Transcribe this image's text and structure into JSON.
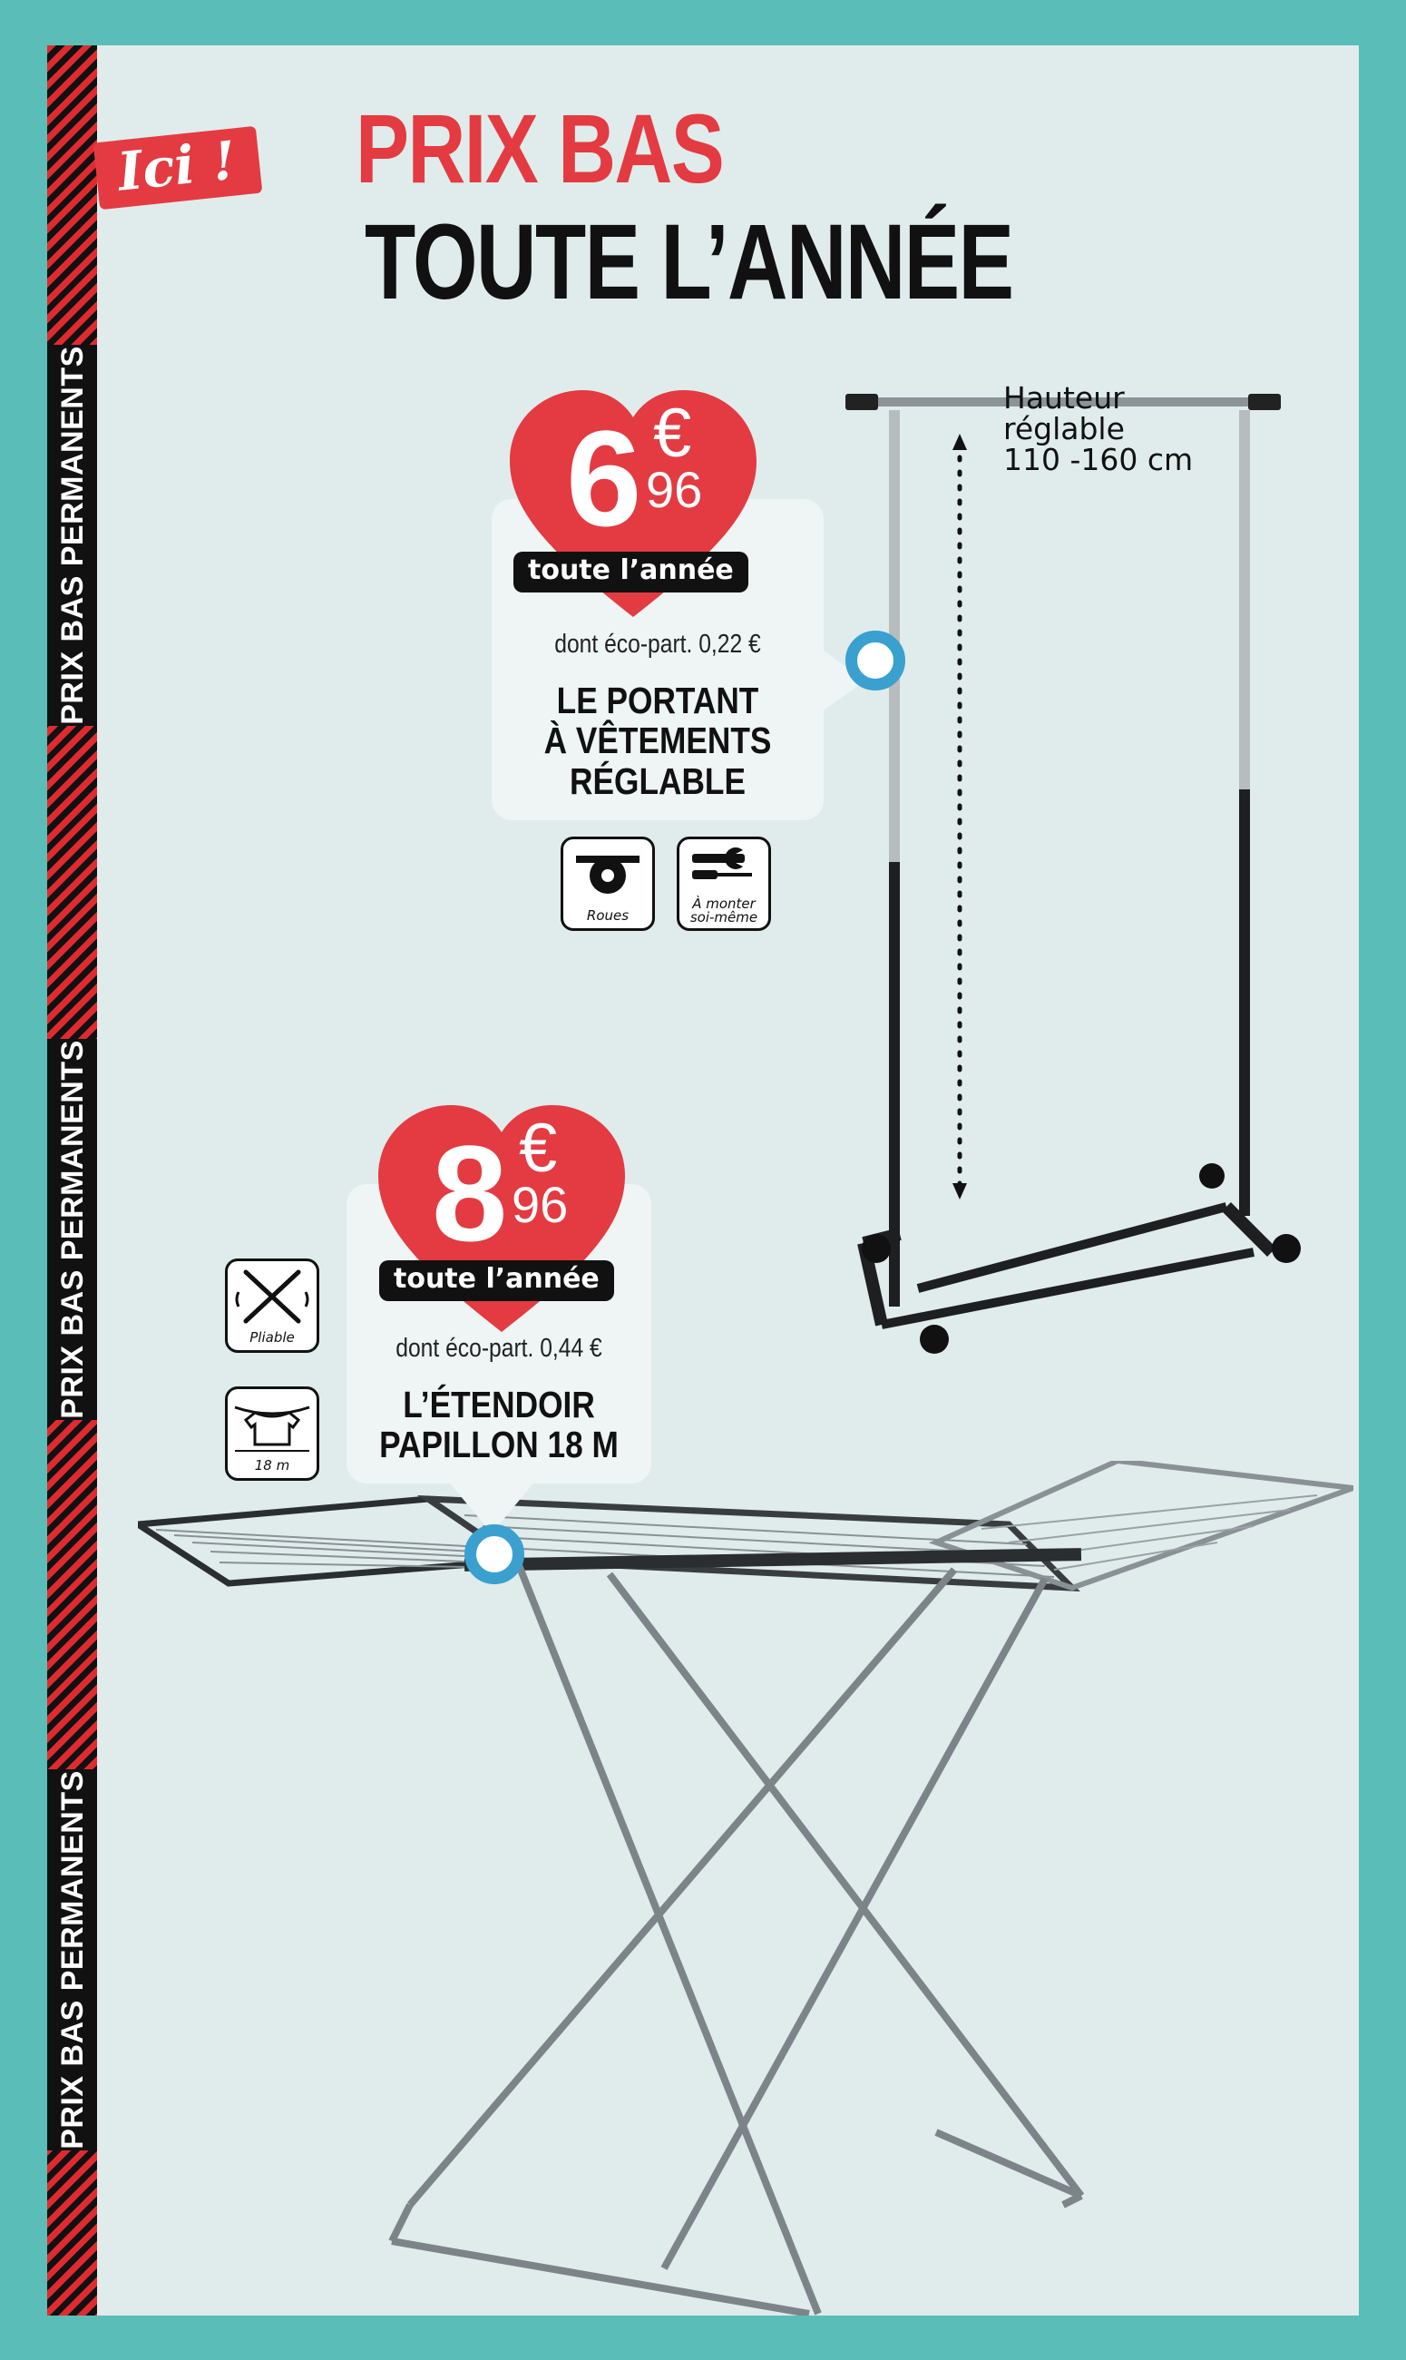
{
  "side_label": "PRIX BAS PERMANENTS",
  "header": {
    "badge": "Ici !",
    "line1": "PRIX BAS",
    "line2": "TOUTE L’ANNÉE"
  },
  "products": [
    {
      "price_int": "6",
      "currency": "€",
      "price_dec": "96",
      "tag": "toute l’année",
      "eco": "dont éco-part. 0,22 €",
      "name": "LE PORTANT\nÀ VÊTEMENTS\nRÉGLABLE",
      "features": [
        "Roues",
        "À monter\nsoi-même"
      ],
      "feature_icons": [
        "wheel-icon",
        "tools-icon"
      ]
    },
    {
      "price_int": "8",
      "currency": "€",
      "price_dec": "96",
      "tag": "toute l’année",
      "eco": "dont éco-part. 0,44 €",
      "name": "L’ÉTENDOIR\nPAPILLON 18 M",
      "features": [
        "Pliable",
        "18 m"
      ],
      "feature_icons": [
        "foldable-icon",
        "clothesline-icon"
      ]
    }
  ],
  "height_note": "Hauteur\nréglable\n110 -160 cm",
  "colors": {
    "background": "#5bbdb7",
    "panel": "#dfeceb",
    "accent_red": "#e33b41",
    "marker_blue": "#3aa0cf"
  }
}
